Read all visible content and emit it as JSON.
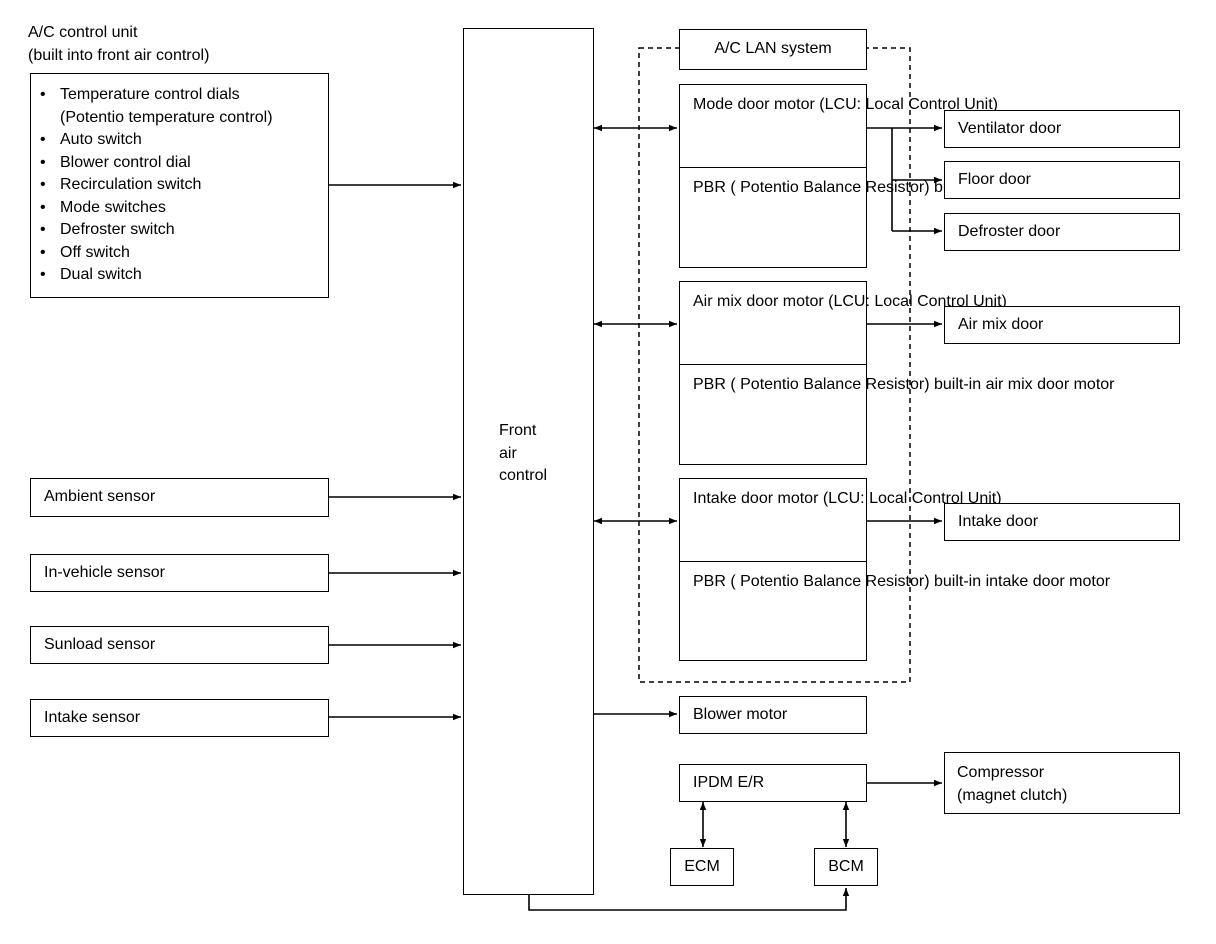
{
  "ac_control_unit": {
    "title_line1": "A/C control unit",
    "title_line2": "(built into front air control)",
    "items": [
      "Temperature control dials",
      "(Potentio temperature control)",
      "Auto switch",
      "Blower control dial",
      "Recirculation switch",
      "Mode switches",
      "Defroster switch",
      "Off switch",
      "Dual switch"
    ]
  },
  "sensors": {
    "ambient": "Ambient sensor",
    "in_vehicle": "In-vehicle sensor",
    "sunload": "Sunload sensor",
    "intake": "Intake sensor"
  },
  "front_air_control": {
    "line1": "Front",
    "line2": "air",
    "line3": "control"
  },
  "ac_lan": {
    "label": "A/C LAN system",
    "mode_motor": {
      "lcu": "Mode door motor\n(LCU: Local Control\nUnit)",
      "pbr": "PBR ( Potentio\nBalance Resistor)\nbuilt-in mode door\nmotor"
    },
    "air_mix_motor": {
      "lcu": "Air mix door motor\n(LCU: Local Control\nUnit)",
      "pbr": "PBR ( Potentio\nBalance Resistor)\nbuilt-in air mix door\nmotor"
    },
    "intake_motor": {
      "lcu": "Intake door motor\n(LCU: Local Control\nUnit)",
      "pbr": "PBR ( Potentio\nBalance Resistor)\nbuilt-in intake door\nmotor"
    }
  },
  "doors": {
    "ventilator": "Ventilator door",
    "floor": "Floor door",
    "defroster": "Defroster door",
    "air_mix": "Air mix door",
    "intake": "Intake door"
  },
  "outputs": {
    "blower": "Blower motor",
    "ipdm": "IPDM E/R",
    "compressor": "Compressor\n(magnet clutch)",
    "ecm": "ECM",
    "bcm": "BCM"
  }
}
